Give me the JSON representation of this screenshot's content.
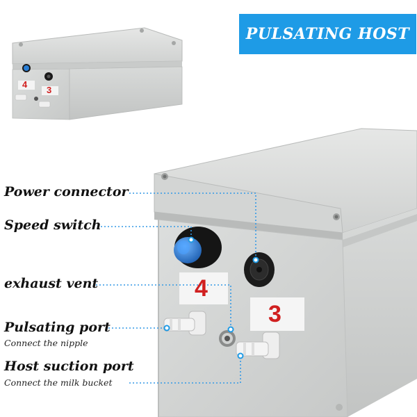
{
  "banner": {
    "title": "PULSATING HOST",
    "color": "#1e9be6"
  },
  "labels": {
    "power_connector": "Power connector",
    "speed_switch": "Speed switch",
    "exhaust_vent": "exhaust vent",
    "pulsating_port": "Pulsating port",
    "pulsating_port_note": "Connect the nipple",
    "host_suction_port": "Host suction port",
    "host_suction_port_note": "Connect the milk bucket"
  },
  "port_numbers": {
    "left": "4",
    "right": "3"
  },
  "colors": {
    "accent": "#1e9be6",
    "knob_blue": "#2a7fd6",
    "label_red": "#d02020",
    "box_gray": "#d7d9d8"
  }
}
